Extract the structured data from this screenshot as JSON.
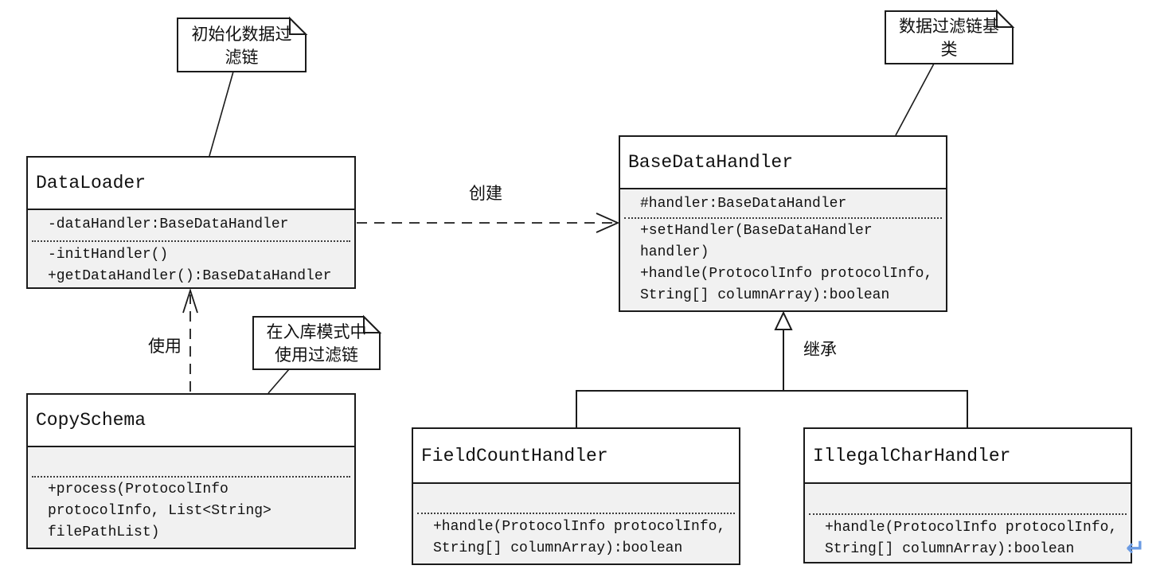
{
  "diagram": {
    "type": "uml-class-diagram",
    "classes": {
      "dataLoader": {
        "name": "DataLoader",
        "attributes": [
          "-dataHandler:BaseDataHandler"
        ],
        "methods": [
          "-initHandler()",
          "+getDataHandler():BaseDataHandler"
        ]
      },
      "baseDataHandler": {
        "name": "BaseDataHandler",
        "attributes": [
          "#handler:BaseDataHandler"
        ],
        "methods": [
          "+setHandler(BaseDataHandler handler)",
          "+handle(ProtocolInfo protocolInfo, String[] columnArray):boolean"
        ]
      },
      "copySchema": {
        "name": "CopySchema",
        "attributes": [],
        "methods": [
          "+process(ProtocolInfo protocolInfo, List<String> filePathList)"
        ]
      },
      "fieldCountHandler": {
        "name": "FieldCountHandler",
        "attributes": [],
        "methods": [
          "+handle(ProtocolInfo protocolInfo, String[] columnArray):boolean"
        ]
      },
      "illegalCharHandler": {
        "name": "IllegalCharHandler",
        "attributes": [],
        "methods": [
          "+handle(ProtocolInfo protocolInfo, String[] columnArray):boolean"
        ]
      }
    },
    "notes": {
      "initChain": {
        "text": "初始化数据过\n滤链",
        "attached_to": "DataLoader"
      },
      "baseClass": {
        "text": "数据过滤链基\n类",
        "attached_to": "BaseDataHandler"
      },
      "copyMode": {
        "text": "在入库模式中\n使用过滤链",
        "attached_to": "CopySchema"
      }
    },
    "edge_labels": {
      "create": "创建",
      "use": "使用",
      "inherit": "继承"
    },
    "relationships": [
      {
        "from": "DataLoader",
        "to": "BaseDataHandler",
        "type": "dependency-dashed-arrow",
        "label": "创建"
      },
      {
        "from": "CopySchema",
        "to": "DataLoader",
        "type": "dependency-dashed-arrow",
        "label": "使用"
      },
      {
        "from": "FieldCountHandler",
        "to": "BaseDataHandler",
        "type": "inheritance",
        "label": "继承"
      },
      {
        "from": "IllegalCharHandler",
        "to": "BaseDataHandler",
        "type": "inheritance",
        "label": "继承"
      }
    ],
    "icons": {
      "return_mark": "↵"
    },
    "colors": {
      "line": "#1b1b1b",
      "compartment_fill": "#f1f1f1",
      "title_fill": "#ffffff",
      "note_fill": "#ffffff",
      "return_mark": "#6b9be3",
      "background": "#ffffff"
    }
  }
}
